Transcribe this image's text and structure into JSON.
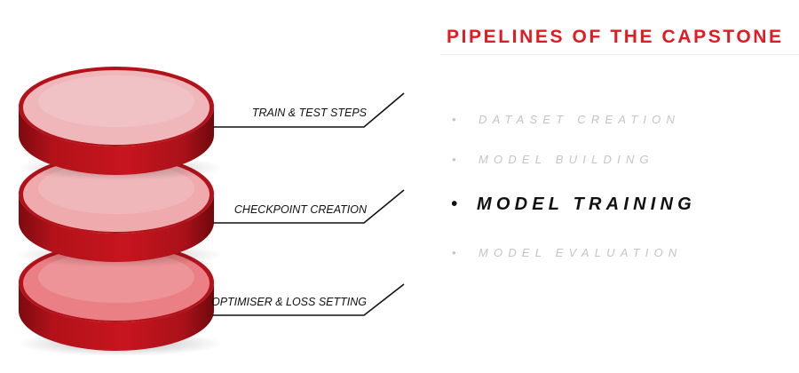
{
  "title": "PIPELINES OF THE CAPSTONE",
  "colors": {
    "accent": "#e21b23",
    "active_text": "#111111",
    "inactive_text": "#c4c4c4",
    "disk_side": "#b3121a",
    "leader_line": "#111111"
  },
  "layers": [
    {
      "label": "TRAIN & TEST STEPS",
      "top_color": "#efb7ba"
    },
    {
      "label": "CHECKPOINT CREATION",
      "top_color": "#eeaaad"
    },
    {
      "label": "OPTIMISER & LOSS SETTING",
      "top_color": "#ea8085"
    }
  ],
  "pipelines": [
    {
      "bullet": "•",
      "label": "DATASET CREATION",
      "active": false
    },
    {
      "bullet": "•",
      "label": "MODEL BUILDING",
      "active": false
    },
    {
      "bullet": "•",
      "label": "MODEL TRAINING",
      "active": true
    },
    {
      "bullet": "•",
      "label": "MODEL EVALUATION",
      "active": false
    }
  ]
}
